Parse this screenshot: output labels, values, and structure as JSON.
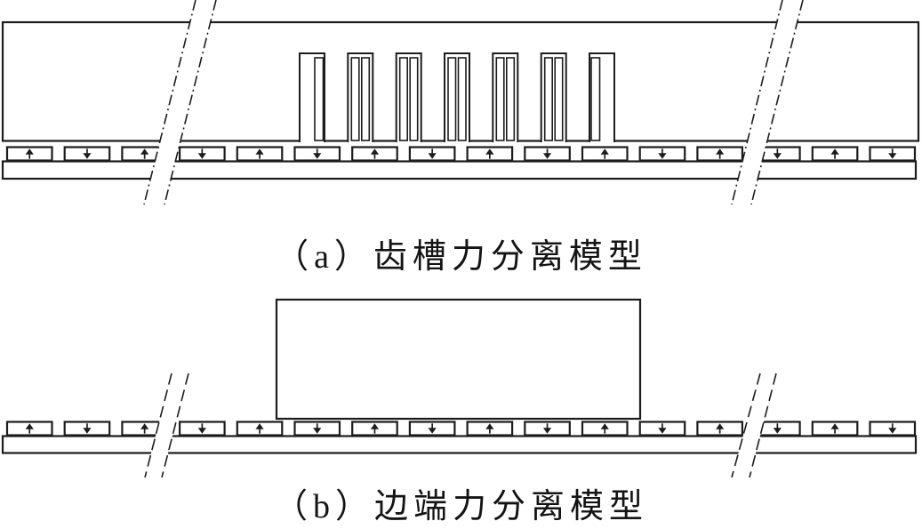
{
  "figure": {
    "colors": {
      "line": "#1c1c1c",
      "background": "#ffffff"
    },
    "panels": [
      {
        "id": "a",
        "caption": "（a）齿槽力分离模型",
        "core": {
          "style": "slotted",
          "slot_count": 7,
          "coils_in_inner_slots": 2,
          "coils_in_end_slots": 1
        },
        "magnet_row": {
          "count": 16,
          "polarities": [
            "up",
            "down",
            "up",
            "down",
            "up",
            "down",
            "up",
            "down",
            "up",
            "down",
            "up",
            "down",
            "up",
            "down",
            "up",
            "down"
          ]
        },
        "break_marks": {
          "count": 2,
          "style": "dash-dot"
        }
      },
      {
        "id": "b",
        "caption": "（b）边端力分离模型",
        "core": {
          "style": "plain"
        },
        "magnet_row": {
          "count": 16,
          "polarities": [
            "up",
            "down",
            "up",
            "down",
            "up",
            "down",
            "up",
            "down",
            "up",
            "down",
            "up",
            "down",
            "up",
            "down",
            "up",
            "down"
          ]
        },
        "break_marks": {
          "count": 2,
          "style": "dashed"
        }
      }
    ]
  }
}
